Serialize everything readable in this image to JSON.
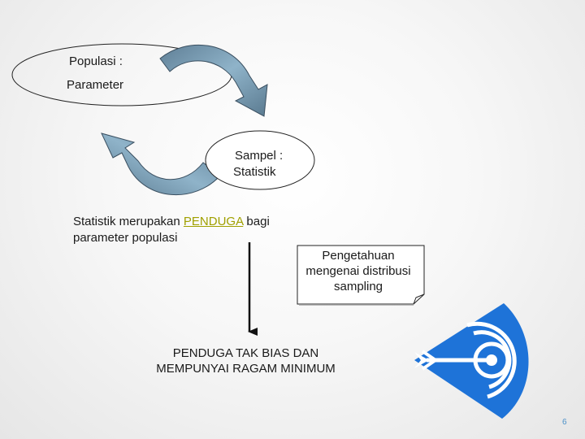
{
  "population": {
    "line1": "Populasi :",
    "line2": "Parameter"
  },
  "sample": {
    "line1": "Sampel :",
    "line2": "Statistik"
  },
  "statement": {
    "before": "Statistik merupakan ",
    "highlight": "PENDUGA",
    "after": " bagi",
    "line2": "parameter populasi"
  },
  "note": {
    "line1": "Pengetahuan",
    "line2": "mengenai distribusi",
    "line3": "sampling"
  },
  "result": {
    "line1": "PENDUGA TAK BIAS DAN",
    "line2": "MEMPUNYAI RAGAM MINIMUM"
  },
  "page_number": "6",
  "colors": {
    "cycle_arrow": "#6f93ab",
    "cycle_arrow_edge": "#3a4f60",
    "target_blue": "#1e73d8",
    "highlight": "#a0a000"
  },
  "icons": {
    "cycle": "curved-arrow-icon",
    "target": "target-dart-icon"
  }
}
